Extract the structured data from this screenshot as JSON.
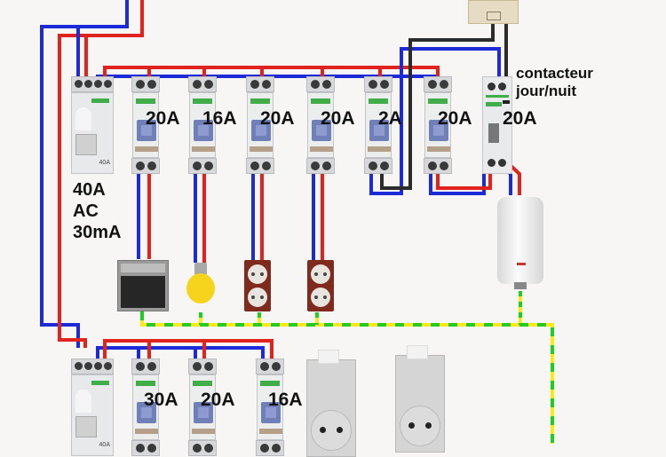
{
  "title": "Tableau électrique domestique - schéma de câblage",
  "colors": {
    "phase": "#e0231c",
    "neutral": "#1c2ad8",
    "earth_green": "#22cc22",
    "earth_yellow": "#ffe81a",
    "control": "#2b2b2b"
  },
  "rcd_top": {
    "label_lines": [
      "40A",
      "AC",
      "30mA"
    ],
    "device_rating": "40A"
  },
  "breakers_top": [
    {
      "rating": "20A",
      "load": "oven-icon"
    },
    {
      "rating": "16A",
      "load": "light-bulb-icon"
    },
    {
      "rating": "20A",
      "load": "double-socket-icon"
    },
    {
      "rating": "20A",
      "load": "double-socket-icon"
    },
    {
      "rating": "2A",
      "load": "timer-switch-icon"
    },
    {
      "rating": "20A",
      "load": "contactor"
    }
  ],
  "contactor": {
    "label_lines": [
      "contacteur",
      "jour/nuit"
    ],
    "rating": "20A",
    "load": "water-heater-icon"
  },
  "rcd_bottom": {
    "device_rating": "40A"
  },
  "breakers_bottom": [
    {
      "rating": "30A"
    },
    {
      "rating": "20A"
    },
    {
      "rating": "16A"
    }
  ],
  "din_sockets": [
    {
      "name": "din-socket-1"
    },
    {
      "name": "din-socket-2"
    }
  ]
}
